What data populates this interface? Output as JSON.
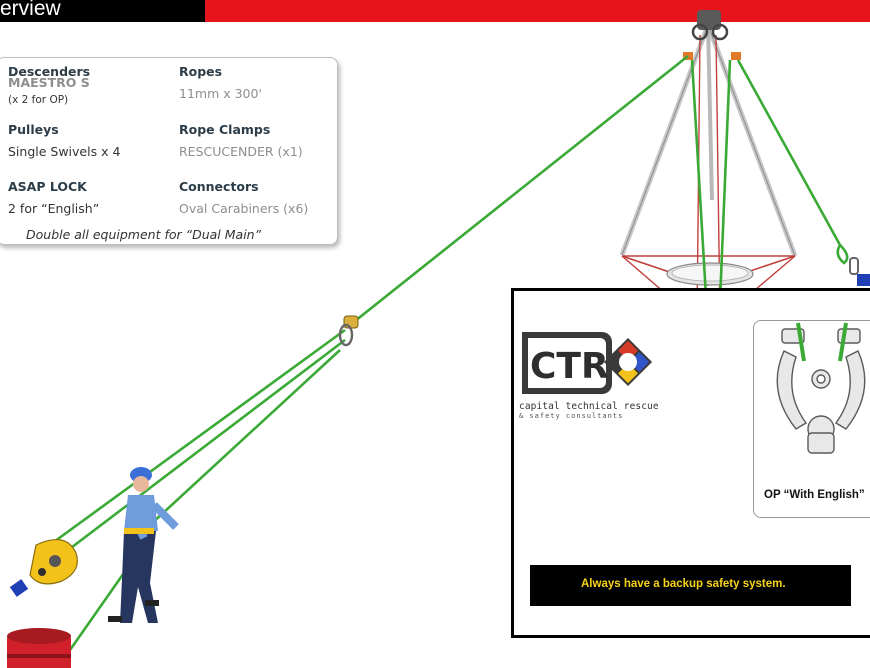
{
  "header": {
    "title": "erview"
  },
  "equipment": {
    "descenders": {
      "label": "Descenders",
      "value": "MAESTRO S",
      "note": "(x 2 for OP)"
    },
    "pulleys": {
      "label": "Pulleys",
      "value": "Single Swivels x 4"
    },
    "asap_lock": {
      "label": "ASAP LOCK",
      "value": "2 for “English”"
    },
    "ropes": {
      "label": "Ropes",
      "value": "11mm x 300'"
    },
    "rope_clamps": {
      "label": "Rope Clamps",
      "value": "RESCUCENDER (x1)"
    },
    "connectors": {
      "label": "Connectors",
      "value": "Oval Carabiners (x6)"
    },
    "footnote": "Double all equipment for “Dual Main”"
  },
  "logo": {
    "letters": "CTR",
    "name": "capital technical rescue",
    "tagline": "& safety consultants"
  },
  "op_card": {
    "label": "OP “With English”"
  },
  "warning": {
    "text": "Always have a backup safety system."
  },
  "colors": {
    "header_black": "#000000",
    "header_red": "#e8141c",
    "rope_green": "#3aa935",
    "warning_yellow": "#f7d319",
    "helmet_blue": "#3a6fd8",
    "bag_red": "#d0202a"
  }
}
